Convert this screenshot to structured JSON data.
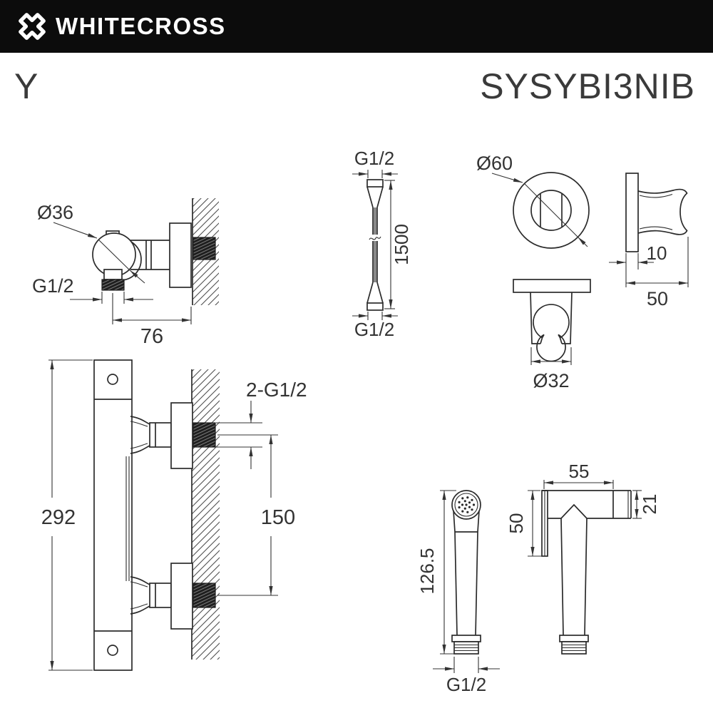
{
  "header": {
    "brand": "WHITECROSS"
  },
  "product": {
    "series": "Y",
    "sku": "SYSYBI3NIB"
  },
  "colors": {
    "header_bg": "#0c0c0c",
    "line": "#2b2b2b",
    "dim_text": "#333333"
  },
  "drawings": {
    "wall_elbow": {
      "diameter": "Ø36",
      "outlet_thread": "G1/2",
      "wall_offset": "76"
    },
    "shower_hose": {
      "top_thread": "G1/2",
      "length": "1500",
      "bottom_thread": "G1/2"
    },
    "wall_bracket": {
      "escutcheon_diameter": "Ø60",
      "hook_width": "Ø32",
      "plate_thickness": "10",
      "depth": "50"
    },
    "thermostat_bar": {
      "height": "292",
      "connection_thread": "2-G1/2",
      "connection_spacing": "150"
    },
    "hand_sprayer": {
      "height": "126.5",
      "inlet_thread": "G1/2",
      "head_length": "55",
      "head_height": "50",
      "outlet_length": "21"
    }
  }
}
